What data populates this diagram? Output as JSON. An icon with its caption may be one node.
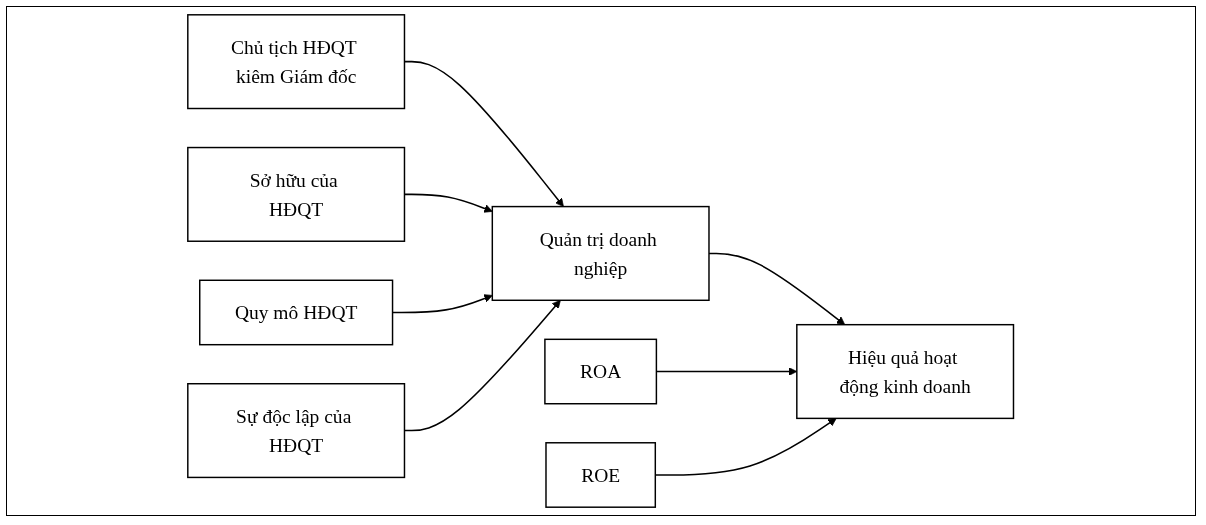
{
  "diagram": {
    "nodes": [
      {
        "text": [
          "Chủ tịch HĐQT kiêm Giám đốc"
        ]
      },
      {
        "text": [
          "ROA"
        ]
      },
      {
        "text": [
          "Sở hữu của HĐQT"
        ]
      },
      {
        "text": [
          "Quản trị doanh nghiệp"
        ]
      },
      {
        "text": [
          "Hiệu quả hoạt động kinh doanh"
        ]
      },
      {
        "text": [
          "Quy mô HĐQT"
        ]
      },
      {
        "text": [
          "Sự độc lập của HĐQT"
        ]
      },
      {
        "text": [
          "ROE"
        ]
      }
    ],
    "edges": [
      {
        "from": 0,
        "to": 3,
        "arrow": "to"
      },
      {
        "from": 2,
        "to": 3,
        "arrow": "to"
      },
      {
        "from": 5,
        "to": 3,
        "arrow": "to"
      },
      {
        "from": 6,
        "to": 3,
        "arrow": "to"
      },
      {
        "from": 3,
        "to": 4,
        "arrow": "to"
      },
      {
        "from": 1,
        "to": 4,
        "arrow": "to"
      },
      {
        "from": 7,
        "to": 4,
        "arrow": "to"
      }
    ]
  }
}
